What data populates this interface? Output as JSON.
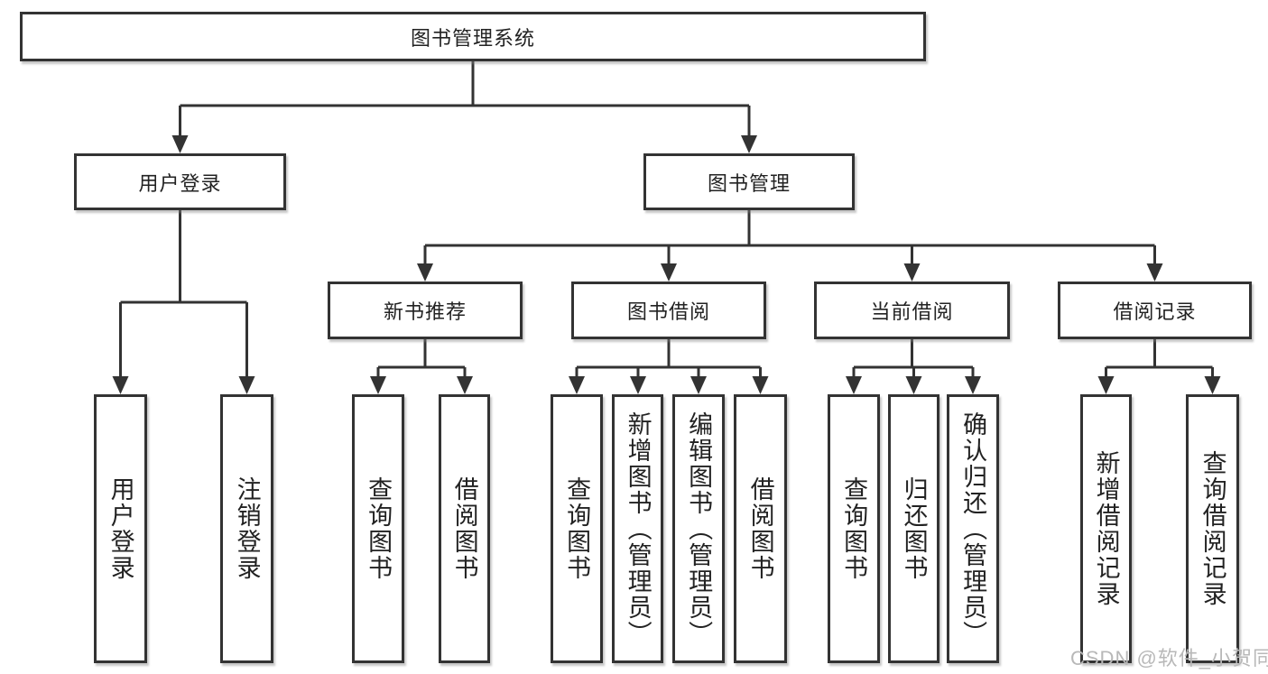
{
  "diagram": {
    "root": "图书管理系统",
    "level1": [
      "用户登录",
      "图书管理"
    ],
    "level2": [
      "新书推荐",
      "图书借阅",
      "当前借阅",
      "借阅记录"
    ],
    "leaves": {
      "user_login": [
        "用户登录",
        "注销登录"
      ],
      "new_book": [
        "查询图书",
        "借阅图书"
      ],
      "book_borrow": [
        "查询图书",
        "新增图书（管理员）",
        "编辑图书（管理员）",
        "借阅图书"
      ],
      "current_borrow": [
        "查询图书",
        "归还图书",
        "确认归还（管理员）"
      ],
      "borrow_record": [
        "新增借阅记录",
        "查询借阅记录"
      ]
    }
  },
  "watermark": "CSDN @软件_小贺同学",
  "colors": {
    "line": "#333333",
    "box_background": "#ffffff",
    "text": "#222222",
    "watermark": "#b8b8b8"
  }
}
